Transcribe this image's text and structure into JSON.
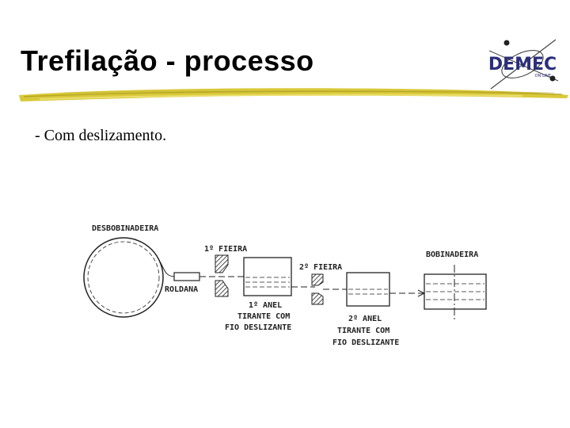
{
  "slide": {
    "title": "Trefilação - processo",
    "subtitle": "- Com deslizamento."
  },
  "logo": {
    "main": "DEMEC",
    "sub": "ON LINE"
  },
  "diagram": {
    "desbobinadeira": "DESBOBINADEIRA",
    "roldana": "ROLDANA",
    "fieira1": "1º FIEIRA",
    "anel1": "1º ANEL",
    "tirante1_l1": "TIRANTE  COM",
    "tirante1_l2": "FIO DESLIZANTE",
    "fieira2": "2º FIEIRA",
    "anel2": "2º ANEL",
    "tirante2_l1": "TIRANTE  COM",
    "tirante2_l2": "FIO DESLIZANTE",
    "bobinadeira": "BOBINADEIRA"
  }
}
